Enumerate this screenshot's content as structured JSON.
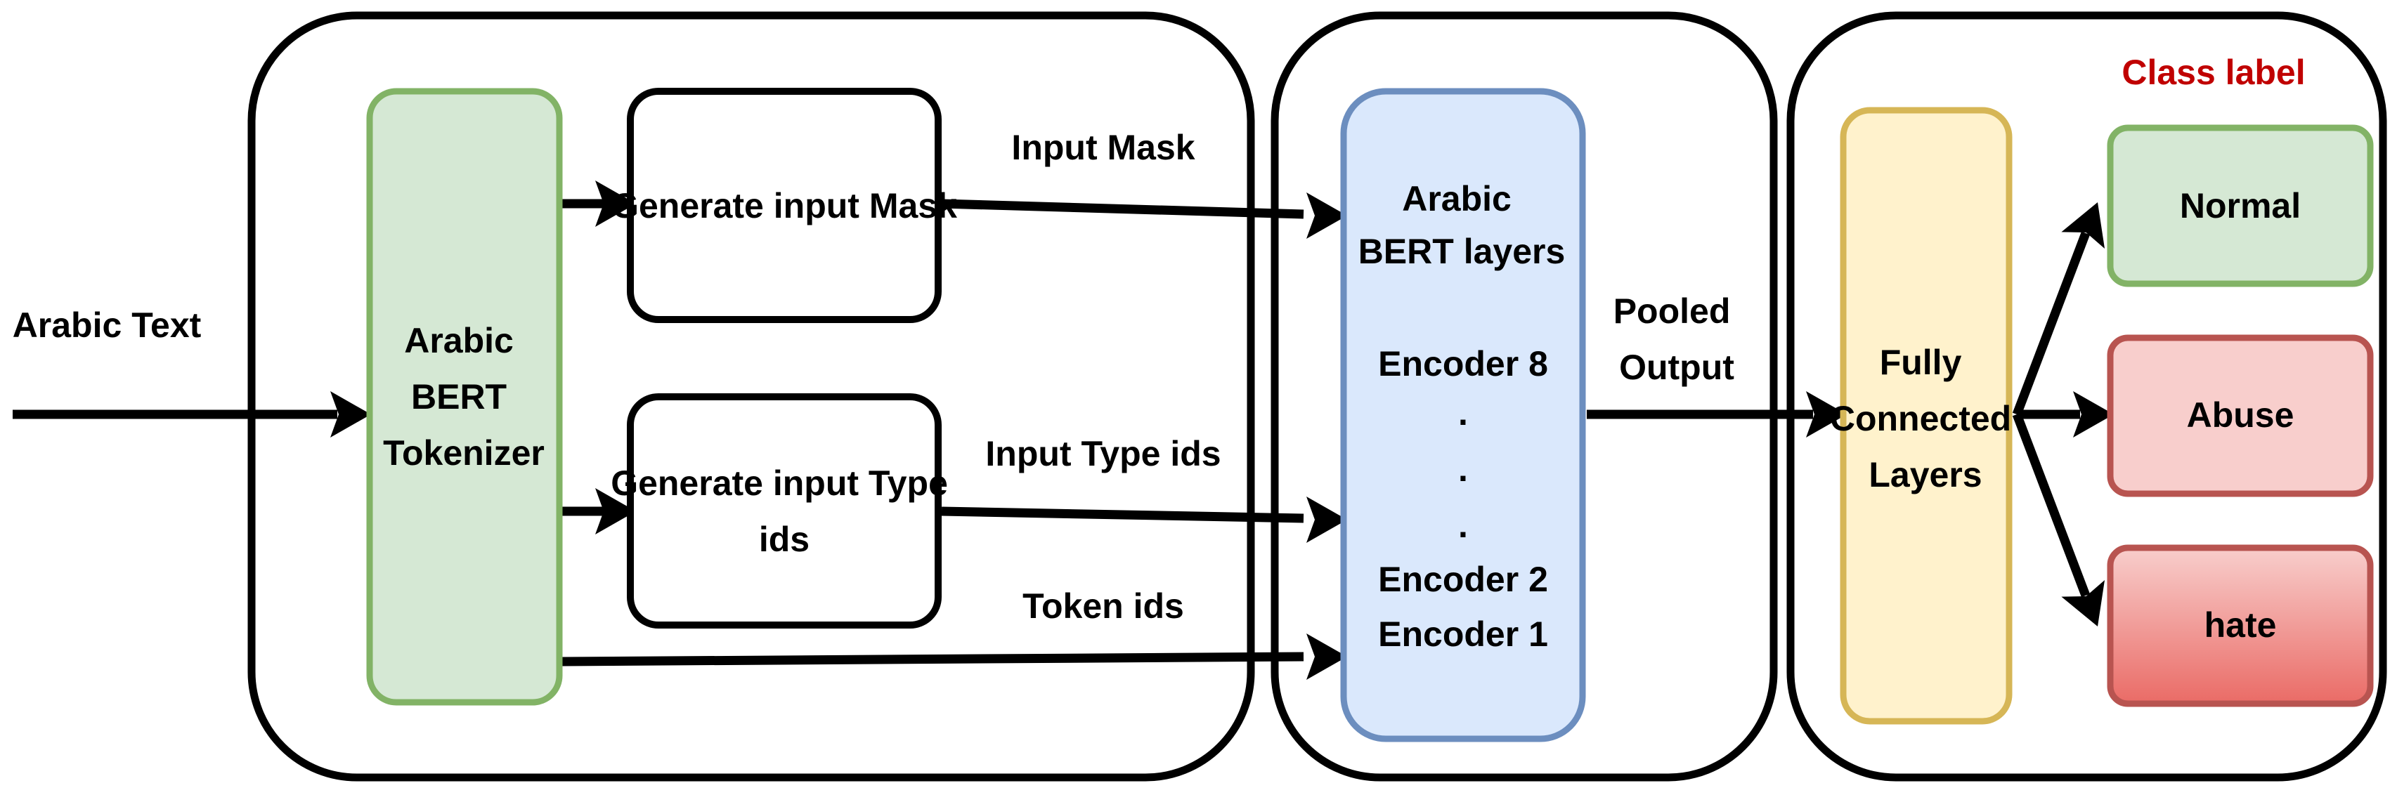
{
  "labels": {
    "arabic_text": "Arabic Text",
    "tokenizer": [
      "Arabic",
      "BERT",
      "Tokenizer"
    ],
    "gen_mask": "Generate input Mask",
    "gen_type": [
      "Generate input Type",
      "ids"
    ],
    "input_mask": "Input Mask",
    "input_type_ids": "Input Type ids",
    "token_ids": "Token ids",
    "bert_layers": [
      "Arabic",
      "BERT layers"
    ],
    "encoder_8": "Encoder 8",
    "dot": ".",
    "encoder_2": "Encoder 2",
    "encoder_1": "Encoder 1",
    "pooled_output": [
      "Pooled",
      "Output"
    ],
    "fc_layers": [
      "Fully",
      "Connected",
      "Layers"
    ],
    "class_label": "Class label",
    "normal": "Normal",
    "abuse": "Abuse",
    "hate": "hate"
  },
  "colors": {
    "tokenizer_fill": "#d5e8d4",
    "tokenizer_stroke": "#82b366",
    "bert_fill": "#dae8fc",
    "bert_stroke": "#6c8ebf",
    "fc_fill": "#fff2cc",
    "fc_stroke": "#d6b656",
    "normal_fill": "#d5e8d4",
    "normal_stroke": "#82b366",
    "abuse_fill": "#f8cecc",
    "abuse_stroke": "#b85450",
    "hate_fill_top": "#f8cecc",
    "hate_fill_bottom": "#ea6b66",
    "hate_stroke": "#b85450",
    "class_label_text": "#c00000"
  }
}
